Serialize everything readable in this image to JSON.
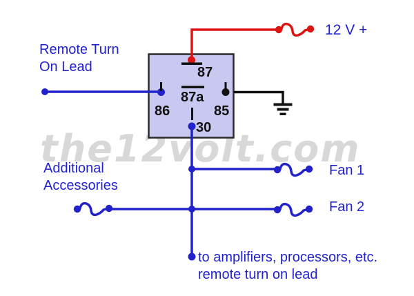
{
  "colors": {
    "background": "#ffffff",
    "wire-blue": "#2222cc",
    "wire-red": "#dd1414",
    "wire-black": "#111111",
    "label-blue": "#2222cc",
    "relay-fill": "#c8c8f0",
    "relay-border": "#2b2b2b",
    "watermark-gray": "#d8d8d8"
  },
  "labels": {
    "remote_line1": "Remote Turn",
    "remote_line2": "On Lead",
    "supply": "12 V +",
    "fan1": "Fan 1",
    "fan2": "Fan 2",
    "accessories_line1": "Additional",
    "accessories_line2": "Accessories",
    "note_line1": "to amplifiers, processors, etc.",
    "note_line2": "remote turn on lead"
  },
  "relay": {
    "pin_87": "87",
    "pin_87a": "87a",
    "pin_86": "86",
    "pin_85": "85",
    "pin_30": "30"
  },
  "watermark": "the12volt.com"
}
